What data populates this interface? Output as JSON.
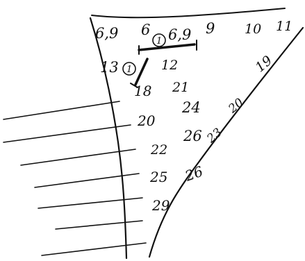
{
  "sketch": {
    "top_row": [
      "6,9",
      "6",
      "6,9",
      "9",
      "10",
      "11"
    ],
    "circled": [
      "1",
      "1"
    ],
    "points": [
      "13",
      "12",
      "18",
      "21",
      "20",
      "24",
      "20",
      "19",
      "22",
      "26",
      "23",
      "25",
      "26",
      "29"
    ],
    "ink_color": "#111111"
  }
}
